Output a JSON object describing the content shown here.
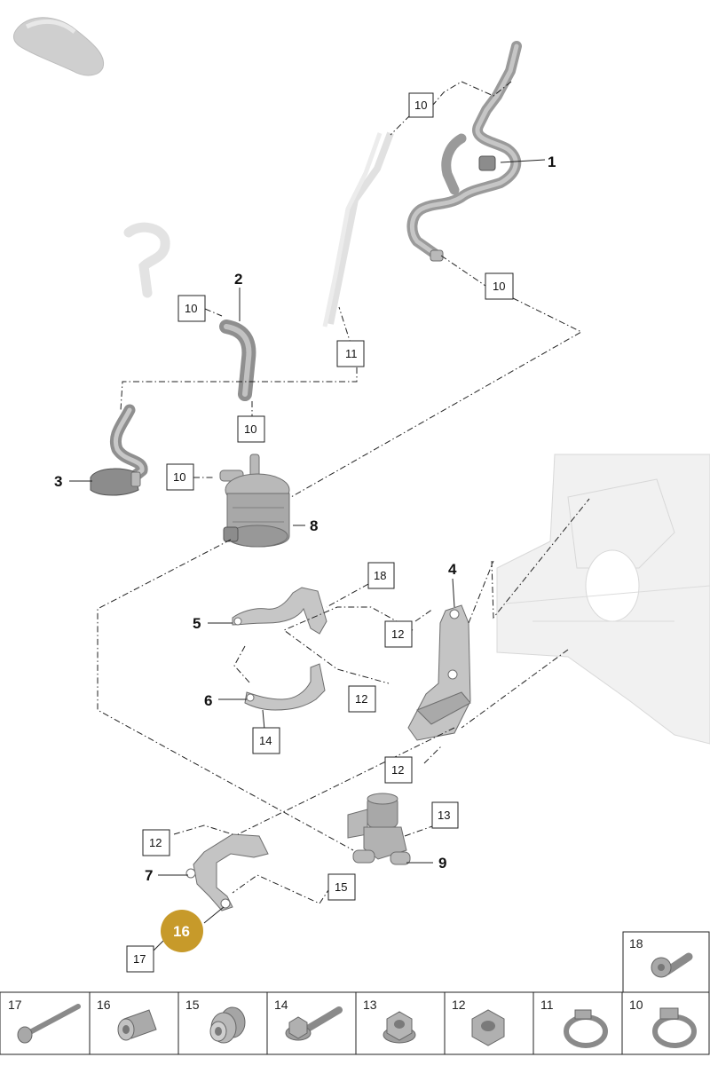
{
  "callouts": {
    "c1": "1",
    "c2": "2",
    "c3": "3",
    "c4": "4",
    "c5": "5",
    "c6": "6",
    "c7": "7",
    "c8": "8",
    "c9": "9"
  },
  "boxes": {
    "b10a": "10",
    "b10b": "10",
    "b10c": "10",
    "b10d": "10",
    "b10e": "10",
    "b11": "11",
    "b18": "18",
    "b12a": "12",
    "b12b": "12",
    "b12c": "12",
    "b12d": "12",
    "b14": "14",
    "b13": "13",
    "b15": "15",
    "b17": "17"
  },
  "highlight_badge": {
    "label": "16",
    "color": "#c79a2a"
  },
  "small_parts_table": {
    "top_cell": "18",
    "cells": [
      "17",
      "16",
      "15",
      "14",
      "13",
      "12",
      "11",
      "10"
    ]
  },
  "colors": {
    "part": "#b9b9b9",
    "leader": "#222222",
    "badge": "#c79a2a"
  }
}
